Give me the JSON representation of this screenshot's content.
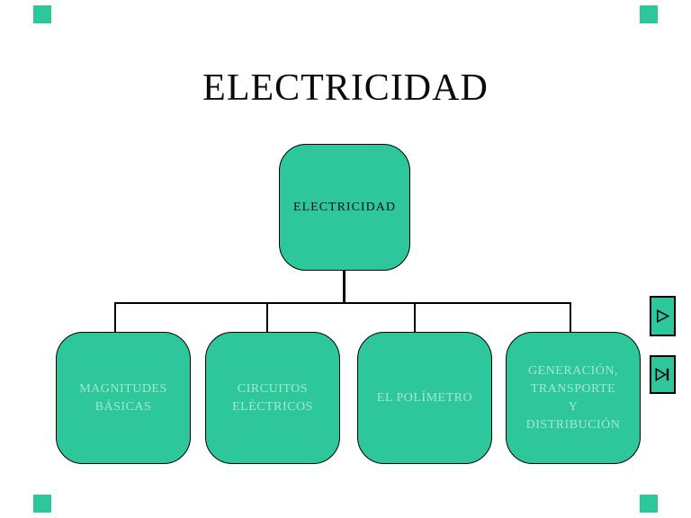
{
  "slide": {
    "title": "ELECTRICIDAD",
    "colors": {
      "shape_green": "#2EC79B",
      "shape_border": "#000000",
      "root_text": "#111111",
      "child_link_text": "#A6E7CE"
    },
    "diagram": {
      "root": {
        "label": "ELECTRICIDAD"
      },
      "children": [
        {
          "label": "MAGNITUDES BÁSICAS",
          "lines": [
            "MAGNITUDES",
            "BÁSICAS"
          ]
        },
        {
          "label": "CIRCUITOS ELÉCTRICOS",
          "lines": [
            "CIRCUITOS",
            "ELÉCTRICOS"
          ]
        },
        {
          "label": "EL POLÍMETRO",
          "lines": [
            "EL POLÍMETRO"
          ]
        },
        {
          "label": "GENERACIÓN, TRANSPORTE Y DISTRIBUCIÓN",
          "lines": [
            "GENERACIÓN,",
            "TRANSPORTE",
            "Y",
            "DISTRIBUCIÓN"
          ]
        }
      ]
    },
    "nav": {
      "next_icon": "play-arrow",
      "end_icon": "skip-to-end"
    }
  }
}
